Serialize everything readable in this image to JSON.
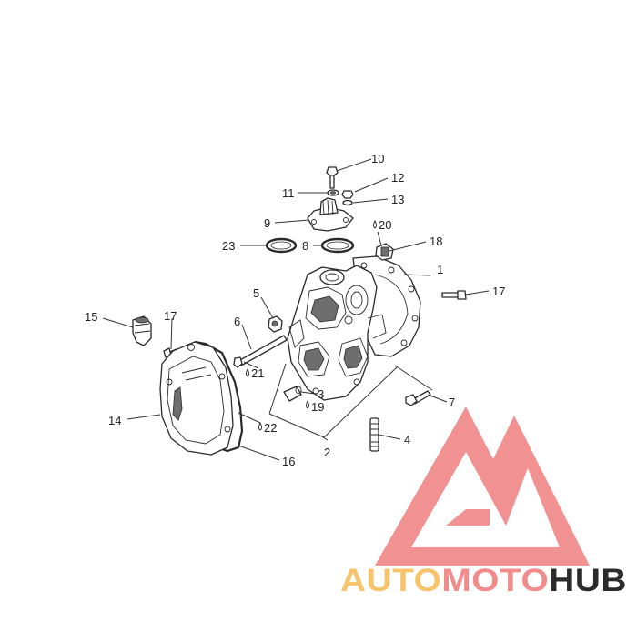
{
  "colors": {
    "line": "#333333",
    "logo_red": "#f28c8c",
    "logo_orange": "#f7c36b",
    "logo_dark": "#2b2b2b"
  },
  "callouts": {
    "c1": "1",
    "c2": "2",
    "c3": "3",
    "c4": "4",
    "c5": "5",
    "c6": "6",
    "c7": "7",
    "c8": "8",
    "c9": "9",
    "c10": "10",
    "c11": "11",
    "c12": "12",
    "c13": "13",
    "c14": "14",
    "c15": "15",
    "c16": "16",
    "c17a": "17",
    "c17b": "17",
    "c18": "18",
    "c19": "19",
    "c20": "20",
    "c21": "21",
    "c22": "22",
    "c23": "23"
  },
  "watermark": {
    "brand_part1": "AUTO",
    "brand_part2": "MOTO",
    "brand_part3": "HUB"
  }
}
